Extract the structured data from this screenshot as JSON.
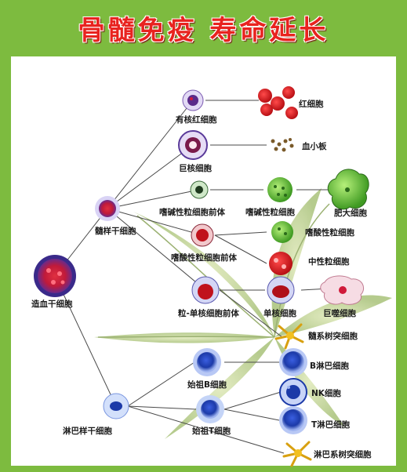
{
  "title": "骨髓免疫 寿命延长",
  "colors": {
    "frame_green": "#7dbb3f",
    "title_red": "#e8231f",
    "line": "#4a4a4a"
  },
  "cells": {
    "hsc": {
      "label": "造血干细胞",
      "icon": "red-purple-cell"
    },
    "myeloid_stem": {
      "label": "髓样干细胞",
      "icon": "red-purple-cell"
    },
    "lymphoid_stem": {
      "label": "淋巴样干细胞",
      "icon": "blue-cell"
    },
    "nucleated_rbc": {
      "label": "有核红细胞",
      "icon": "purple-cell"
    },
    "rbc": {
      "label": "红细胞",
      "icon": "red-disc"
    },
    "megakaryocyte": {
      "label": "巨核细胞",
      "icon": "purple-ring-cell"
    },
    "platelet": {
      "label": "血小板",
      "icon": "brown-dots"
    },
    "basophil_precursor": {
      "label": "嗜碱性粒细胞前体",
      "icon": "green-cell"
    },
    "basophil": {
      "label": "嗜碱性粒细胞",
      "icon": "green-cell"
    },
    "mast": {
      "label": "肥大细胞",
      "icon": "green-blob"
    },
    "eosinophil_precursor": {
      "label": "嗜酸性粒细胞前体",
      "icon": "red-cell"
    },
    "eosinophil": {
      "label": "嗜酸性粒细胞",
      "icon": "green-cell"
    },
    "neutrophil": {
      "label": "中性粒细胞",
      "icon": "red-cell"
    },
    "gm_precursor": {
      "label": "粒-单核细胞前体",
      "icon": "purple-red-cell"
    },
    "monocyte": {
      "label": "单核细胞",
      "icon": "purple-red-cell"
    },
    "macrophage": {
      "label": "巨噬细胞",
      "icon": "pink-blob"
    },
    "myeloid_dc": {
      "label": "髓系树突细胞",
      "icon": "yellow-star"
    },
    "pro_b": {
      "label": "始祖B细胞",
      "icon": "blue-cell"
    },
    "b_cell": {
      "label": "B淋巴细胞",
      "icon": "blue-cell"
    },
    "pro_t": {
      "label": "始祖T细胞",
      "icon": "blue-cell"
    },
    "nk_cell": {
      "label": "NK细胞",
      "icon": "blue-ring-cell"
    },
    "t_cell": {
      "label": "T淋巴细胞",
      "icon": "blue-cell"
    },
    "lymphoid_dc": {
      "label": "淋巴系树突细胞",
      "icon": "yellow-star"
    }
  }
}
